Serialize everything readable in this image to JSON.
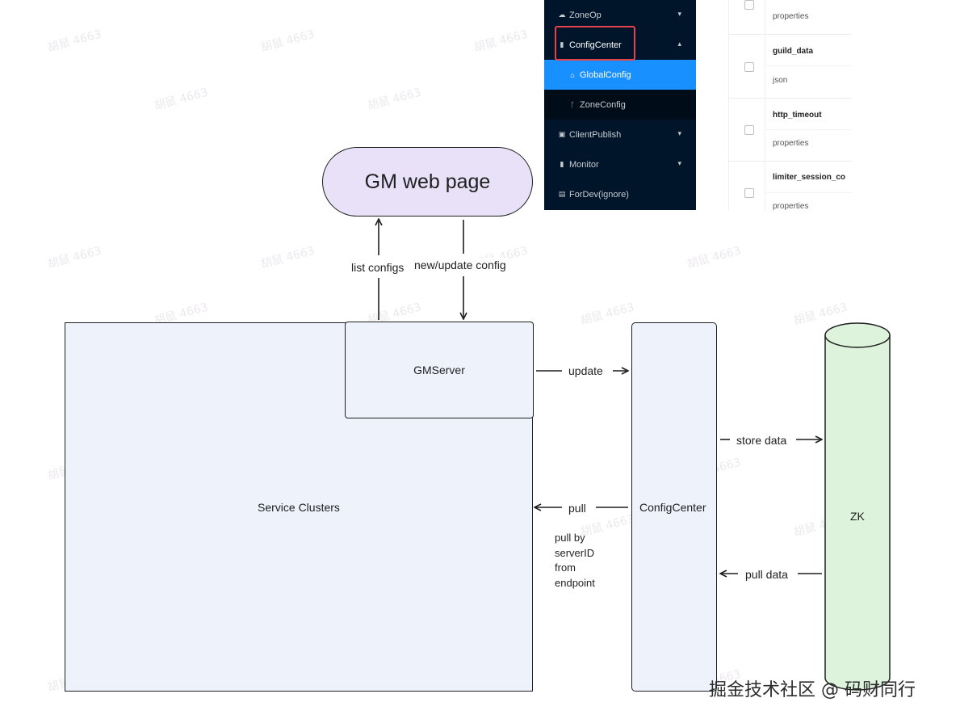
{
  "watermark": "胡鼠 4663",
  "screenshot": {
    "menu": [
      {
        "label": "ZoneOp",
        "icon": "cloud-icon",
        "chevron": "▾"
      },
      {
        "label": "ConfigCenter",
        "icon": "bar-chart-icon",
        "chevron": "▴"
      },
      {
        "label": "GlobalConfig",
        "icon": "home-icon"
      },
      {
        "label": "ZoneConfig",
        "icon": "branch-icon"
      },
      {
        "label": "ClientPublish",
        "icon": "box-icon",
        "chevron": "▾"
      },
      {
        "label": "Monitor",
        "icon": "bar-chart-icon",
        "chevron": "▾"
      },
      {
        "label": "ForDev(ignore)",
        "icon": "file-icon"
      }
    ],
    "table_rows": [
      {
        "name": "",
        "type": "properties"
      },
      {
        "name": "guild_data",
        "type": "json"
      },
      {
        "name": "http_timeout",
        "type": "properties"
      },
      {
        "name": "limiter_session_co",
        "type": "properties"
      }
    ]
  },
  "diagram": {
    "gm_web_page": "GM web page",
    "gm_server": "GMServer",
    "service_clusters": "Service Clusters",
    "config_center": "ConfigCenter",
    "zk": "ZK",
    "edges": {
      "list_configs": "list configs",
      "new_update_config": "new/update config",
      "update": "update",
      "store_data": "store data",
      "pull": "pull",
      "pull_note": [
        "pull by",
        "serverID",
        "from",
        "endpoint"
      ],
      "pull_data": "pull data"
    }
  },
  "footer": "掘金技术社区 @ 码财同行",
  "colors": {
    "gm_web_fill": "#e8e1f8",
    "box_fill": "#eef2fb",
    "zk_fill": "#ddf3dc",
    "sidebar_bg": "#001529",
    "sidebar_active": "#1890ff",
    "highlight_border": "#e8414a"
  }
}
